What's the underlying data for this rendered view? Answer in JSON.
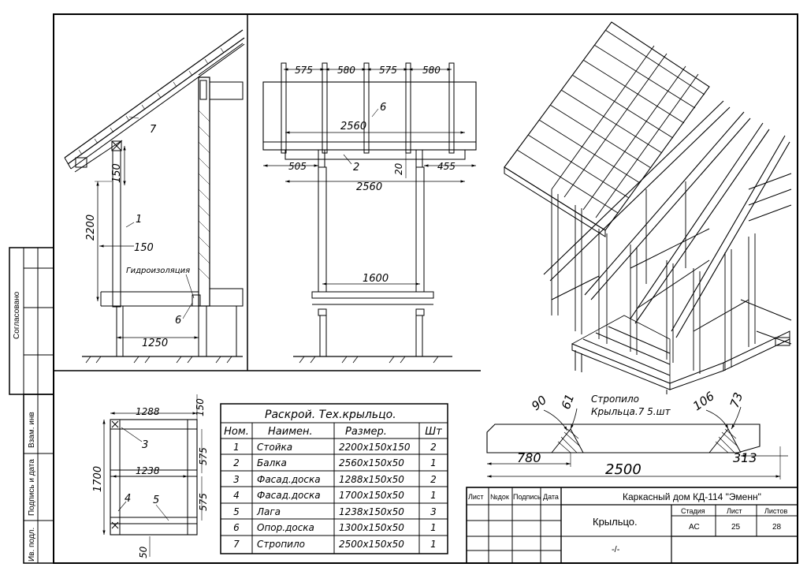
{
  "side_view": {
    "dims": [
      "150",
      "2200",
      "150",
      "1250"
    ],
    "callouts": [
      "7",
      "1",
      "6"
    ],
    "waterproofing": "Гидроизоляция"
  },
  "front_view": {
    "top_dims": [
      "575",
      "580",
      "575",
      "580"
    ],
    "dims": [
      "2560",
      "505",
      "20",
      "455",
      "2560",
      "1600"
    ],
    "callouts": [
      "6",
      "2"
    ]
  },
  "plan_view": {
    "dims": [
      "1288",
      "150",
      "575",
      "1238",
      "575",
      "1700",
      "50"
    ],
    "callouts": [
      "3",
      "4",
      "5"
    ]
  },
  "rafter_detail": {
    "caption_line1": "Стропило",
    "caption_line2": "Крыльца.7 5.шт",
    "dims": [
      "90",
      "61",
      "106",
      "73",
      "780",
      "313",
      "2500"
    ]
  },
  "cutting_table": {
    "title": "Раскрой. Тех.крыльцо.",
    "headers": [
      "Ном.",
      "Наимен.",
      "Размер.",
      "Шт"
    ],
    "rows": [
      [
        "1",
        "Стойка",
        "2200х150х150",
        "2"
      ],
      [
        "2",
        "Балка",
        "2560х150х50",
        "1"
      ],
      [
        "3",
        "Фасад.доска",
        "1288х150х50",
        "2"
      ],
      [
        "4",
        "Фасад.доска",
        "1700х150х50",
        "1"
      ],
      [
        "5",
        "Лага",
        "1238х150х50",
        "3"
      ],
      [
        "6",
        "Опор.доска",
        "1300х150х50",
        "1"
      ],
      [
        "7",
        "Стропило",
        "2500х150х50",
        "1"
      ]
    ]
  },
  "left_strip": {
    "agreed": "Согласовано",
    "inv": "Взам. инв",
    "sign_date": "Подпись и дата",
    "orig_inv": "Ив. подл."
  },
  "title_block": {
    "rev_headers": [
      "Лист",
      "№док",
      "Подпись",
      "Дата"
    ],
    "project": "Каркасный дом КД-114 \"Эменн\"",
    "sheet_title": "Крыльцо.",
    "stage_label": "Стадия",
    "sheet_label": "Лист",
    "sheets_label": "Листов",
    "stage": "АС",
    "sheet": "25",
    "sheets": "28",
    "extra": "-/-"
  }
}
